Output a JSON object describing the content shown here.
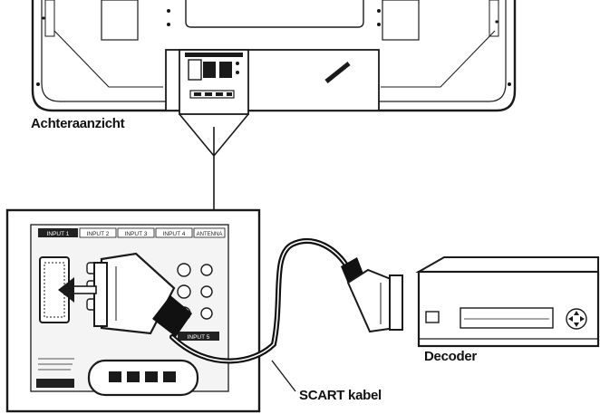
{
  "labels": {
    "rear_view": "Achteraanzicht",
    "decoder": "Decoder",
    "scart_cable": "SCART kabel"
  },
  "panel": {
    "input_tabs": [
      "INPUT 1",
      "INPUT 2",
      "INPUT 3",
      "INPUT 4",
      "ANTENNA"
    ],
    "input5": "INPUT 5"
  },
  "colors": {
    "line": "#1a1a1a",
    "tab_fill": "#222222",
    "panel_fill": "#f4f4f4",
    "cable": "#111111"
  },
  "icons": {
    "arrow": "arrow-left-icon",
    "dpad": "dpad-icon"
  }
}
